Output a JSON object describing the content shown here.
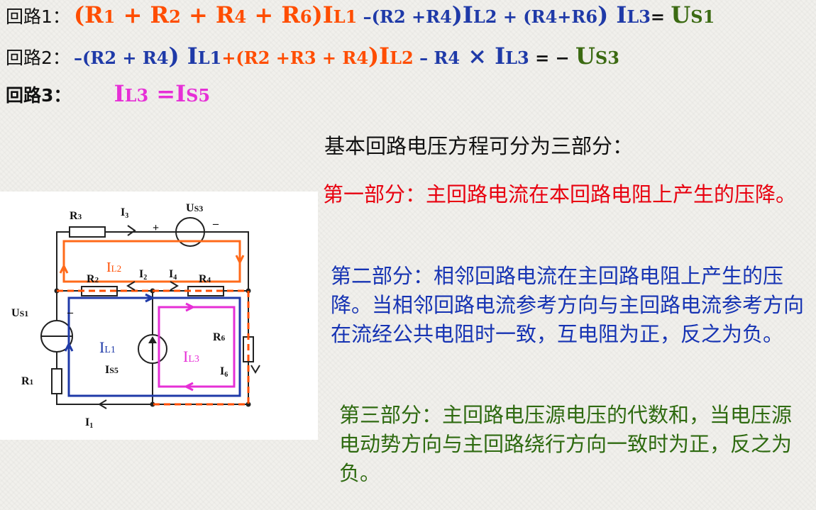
{
  "equations": {
    "loop1": {
      "label": "回路1：",
      "t1": "(R",
      "s1": "1",
      "t2": " + R",
      "s2": "2",
      "t3": " + R",
      "s3": "4",
      "t4": " + R",
      "s4": "6",
      "t5": ")I",
      "s5": "L1",
      "t6": " –(R",
      "s6": "2",
      "t7": " +R",
      "s7": "4",
      "t8": ")I",
      "s8": "L2",
      "t9": " + (R",
      "s9": "4+",
      "t10": "R",
      "s10": "6",
      "t11": ") I",
      "s11": "L3",
      "t12": "= ",
      "t13": "U",
      "s13": "S1"
    },
    "loop2": {
      "label": "回路2：",
      "t1": "–(R",
      "s1": "2",
      "t2": " + R",
      "s2": "4",
      "t3": ") I",
      "s3": "L1",
      "t4": "+(R",
      "s4": "2",
      "t5": " +R",
      "s5": "3",
      "t6": " + R",
      "s6": "4",
      "t7": ")I",
      "s7": "L2",
      "t8": " – R",
      "s8": "4",
      "t9": " × I",
      "s9": "L3",
      "t10": " = − ",
      "t11": "U",
      "s11": "S3"
    },
    "loop3": {
      "label": "回路3：",
      "t1": "I",
      "s1": "L3",
      "t2": " =I",
      "s2": "S5"
    }
  },
  "panel": {
    "title": "基本回路电压方程可分为三部分：",
    "part1": "第一部分：主回路电流在本回路电阻上产生的压降。",
    "part2": "第二部分：相邻回路电流在主回路电阻上产生的压降。当相邻回路电流参考方向与主回路电流参考方向在流经公共电阻时一致，互电阻为正，反之为负。",
    "part3": "第三部分：主回路电压源电压的代数和，当电压源电动势方向与主回路绕行方向一致时为正，反之为负。"
  },
  "circuit": {
    "R3": "R",
    "R3s": "3",
    "I3": "I",
    "I3s": "3",
    "Us3": "U",
    "Us3s": "S3",
    "plus": "+",
    "minus": "–",
    "IL2": "I",
    "IL2s": "L2",
    "R2": "R",
    "R2s": "2",
    "I2": "I",
    "I2s": "2",
    "I4": "I",
    "I4s": "4",
    "R4": "R",
    "R4s": "4",
    "Us1": "U",
    "Us1s": "S1",
    "us1minus": "–",
    "IL1": "I",
    "IL1s": "L1",
    "IL3": "I",
    "IL3s": "L3",
    "R6": "R",
    "R6s": "6",
    "Is5": "I",
    "Is5s": "S5",
    "I6": "I",
    "I6s": "6",
    "R1": "R",
    "R1s": "1",
    "I1": "I",
    "I1s": "1"
  },
  "colors": {
    "orange": "#ff4d00",
    "blue": "#1f3aa8",
    "green": "#3b6a12",
    "magenta": "#e62fd6",
    "red": "#e8000f"
  }
}
